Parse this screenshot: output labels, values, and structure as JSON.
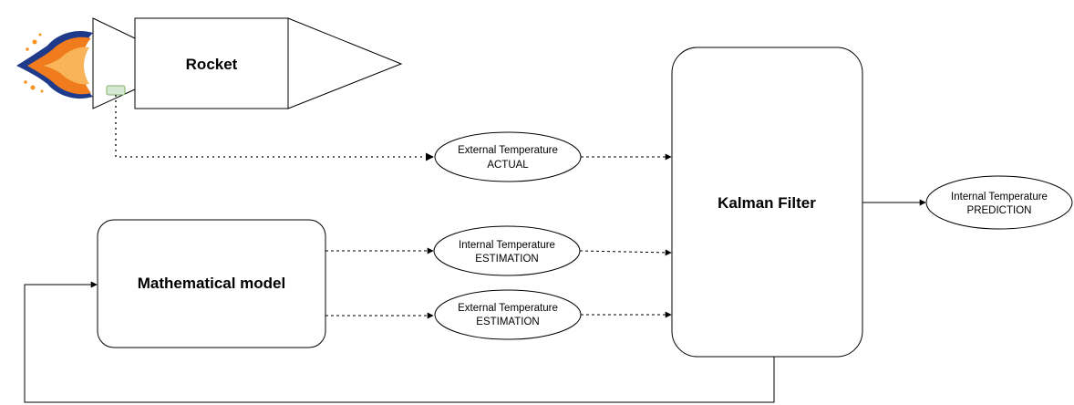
{
  "nodes": {
    "rocket": {
      "label": "Rocket"
    },
    "kalman": {
      "label": "Kalman Filter"
    },
    "model": {
      "label": "Mathematical model"
    },
    "ext_actual": {
      "line1": "External Temperature",
      "line2": "ACTUAL"
    },
    "int_estimation": {
      "line1": "Internal Temperature",
      "line2": "ESTIMATION"
    },
    "ext_estimation": {
      "line1": "External Temperature",
      "line2": "ESTIMATION"
    },
    "int_prediction": {
      "line1": "Internal Temperature",
      "line2": "PREDICTION"
    }
  },
  "colors": {
    "stroke": "#000000",
    "sensor_fill": "#d5e8d4",
    "sensor_stroke": "#82b366",
    "flame_outer": "#1f3a8a",
    "flame_orange": "#f07c1e",
    "flame_light": "#f9b45a",
    "spark": "#f7931e"
  },
  "icons": {
    "flame": "rocket-exhaust-flame-icon",
    "sensor": "temperature-sensor-icon"
  }
}
